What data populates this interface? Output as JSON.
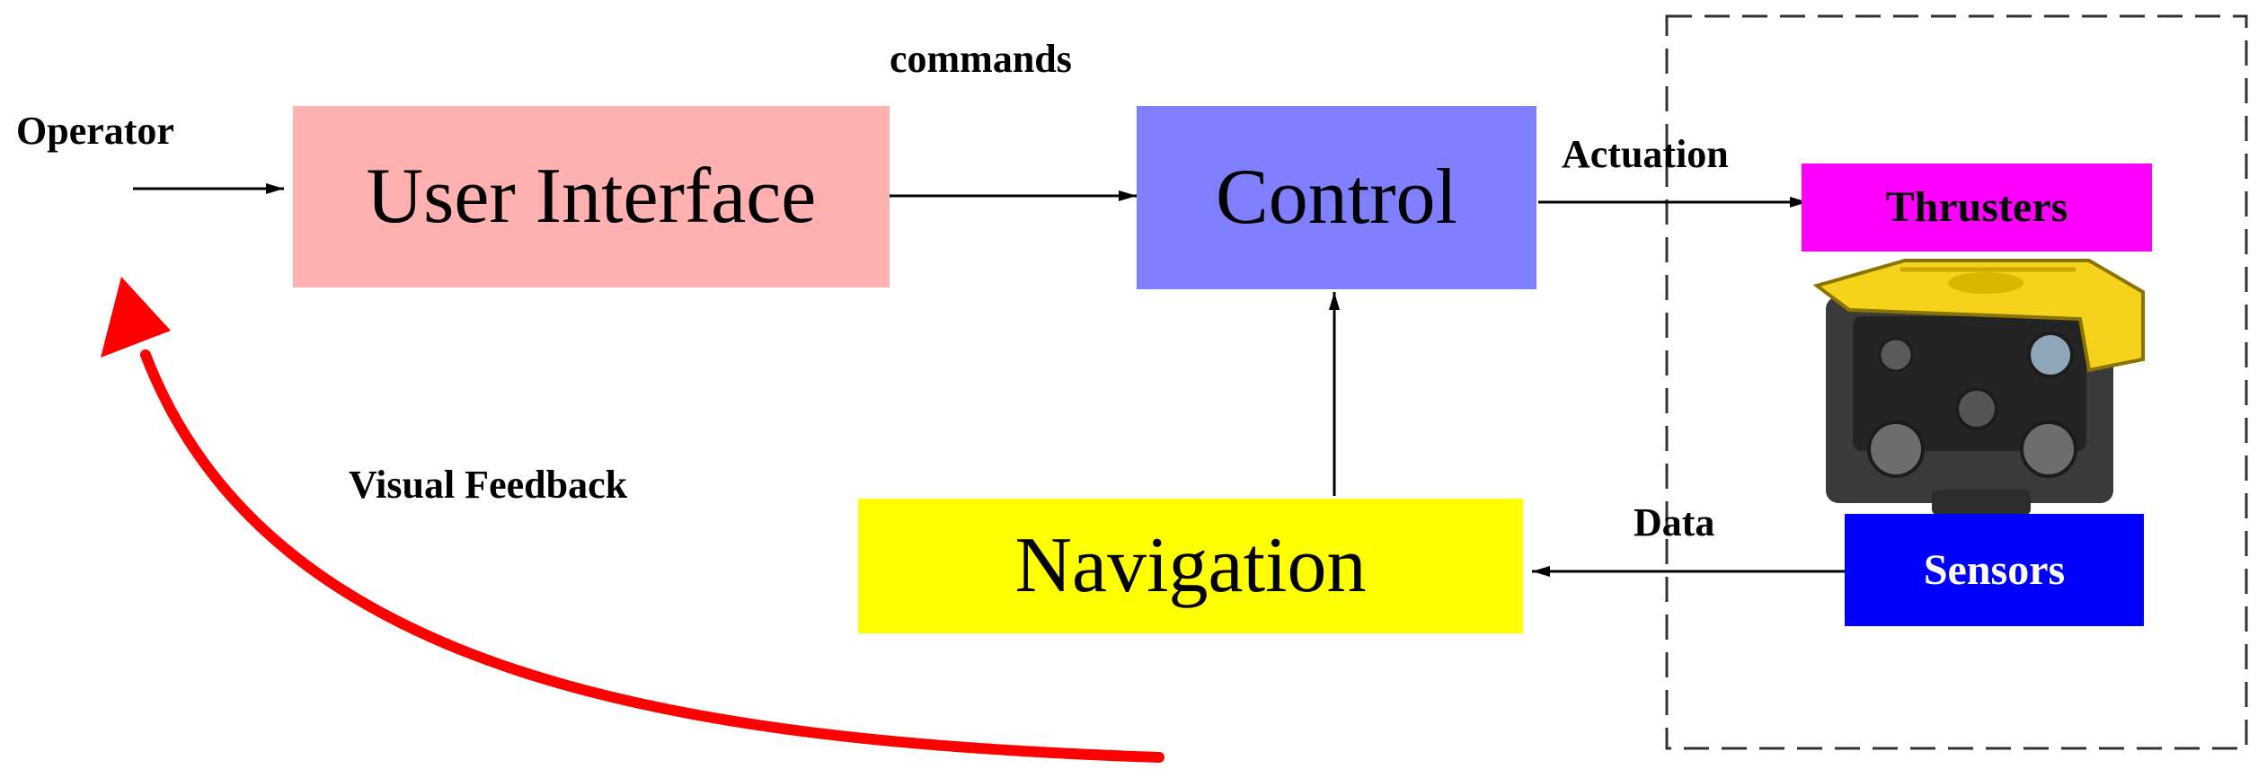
{
  "labels": {
    "operator": "Operator",
    "commands": "commands",
    "actuation": "Actuation",
    "data": "Data",
    "visual_feedback": "Visual Feedback"
  },
  "blocks": {
    "user_interface": {
      "label": "User Interface",
      "color": "#ffb0b0"
    },
    "control": {
      "label": "Control",
      "color": "#8080ff"
    },
    "navigation": {
      "label": "Navigation",
      "color": "#ffff00"
    },
    "thrusters": {
      "label": "Thrusters",
      "color": "#ff00ff"
    },
    "sensors": {
      "label": "Sensors",
      "color": "#0000ff",
      "text_color": "#ffffff"
    }
  },
  "feedback_arrow_color": "#ff0000",
  "rov_image": "rov-vehicle-icon"
}
